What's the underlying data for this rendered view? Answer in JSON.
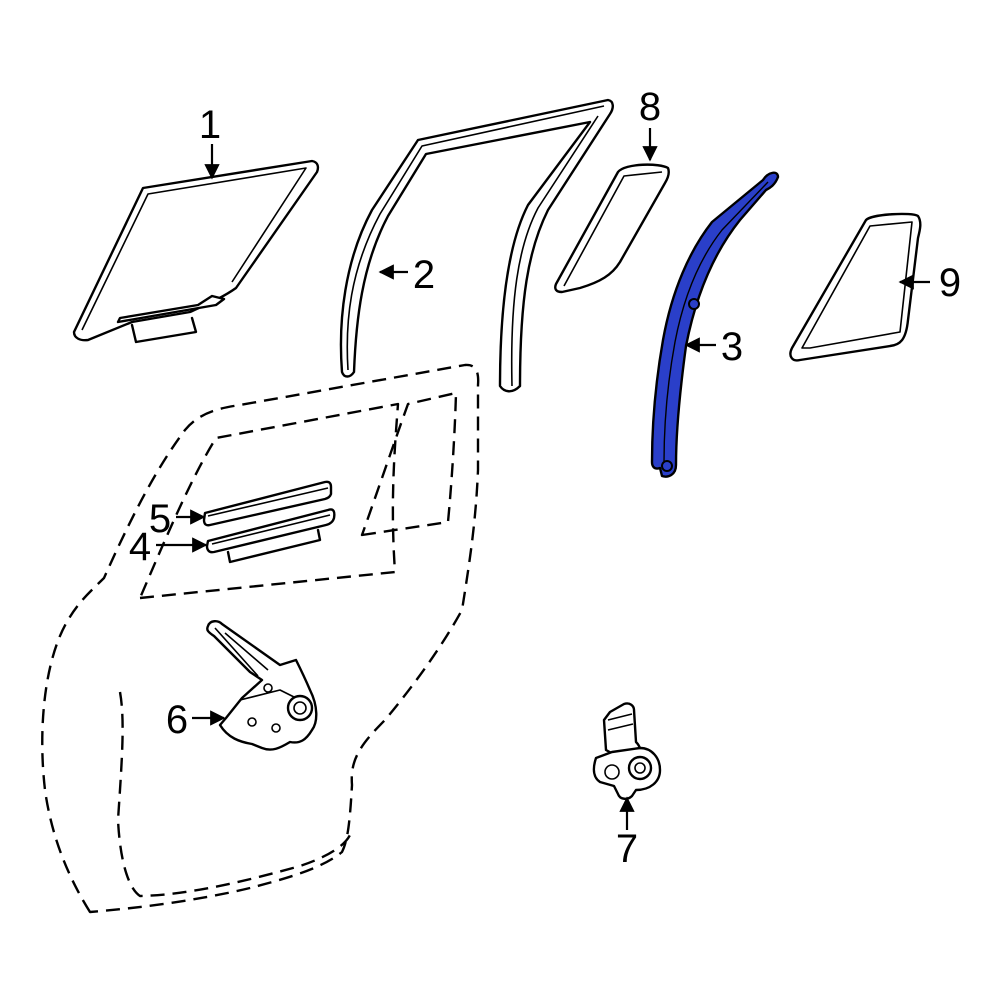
{
  "diagram": {
    "highlight_color": "#2a3fc9",
    "callouts": [
      {
        "id": "1",
        "label": "1"
      },
      {
        "id": "2",
        "label": "2"
      },
      {
        "id": "3",
        "label": "3"
      },
      {
        "id": "4",
        "label": "4"
      },
      {
        "id": "5",
        "label": "5"
      },
      {
        "id": "6",
        "label": "6"
      },
      {
        "id": "7",
        "label": "7"
      },
      {
        "id": "8",
        "label": "8"
      },
      {
        "id": "9",
        "label": "9"
      }
    ]
  }
}
